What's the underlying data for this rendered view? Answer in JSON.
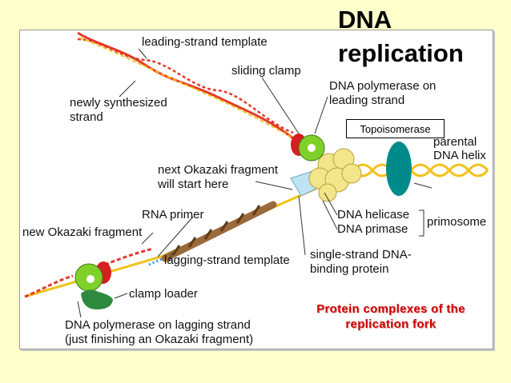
{
  "slide": {
    "title_line1": "DNA",
    "title_line2": "replication"
  },
  "labels": {
    "leading_strand_template": "leading-strand template",
    "sliding_clamp": "sliding clamp",
    "newly_synthesized_1": "newly synthesized",
    "newly_synthesized_2": "strand",
    "dna_pol_leading_1": "DNA polymerase on",
    "dna_pol_leading_2": "leading strand",
    "topoisomerase": "Topoisomerase",
    "parental_1": "parental",
    "parental_2": "DNA helix",
    "next_okazaki_1": "next Okazaki fragment",
    "next_okazaki_2": "will start here",
    "rna_primer": "RNA primer",
    "new_okazaki": "new Okazaki fragment",
    "dna_helicase": "DNA helicase",
    "dna_primase": "DNA primase",
    "primosome": "primosome",
    "ssb_1": "single-strand DNA-",
    "ssb_2": "binding protein",
    "lagging_template": "lagging-strand template",
    "clamp_loader": "clamp loader",
    "dna_pol_lagging_1": "DNA polymerase on lagging strand",
    "dna_pol_lagging_2": "(just finishing an Okazaki fragment)"
  },
  "caption": {
    "line1": "Protein complexes of the",
    "line2": "replication fork"
  },
  "colors": {
    "slide_background": "#ffffcc",
    "caption_red": "#cc0000",
    "strand_red": "#e23a2a",
    "strand_yellow": "#f2c21a",
    "polymerase_green": "#7fd12a",
    "clamp_red": "#d42020",
    "helicase_yellow": "#f3e58a",
    "okazaki_brown": "#9a6a3a",
    "topoisomerase_teal": "#008b8b",
    "ssb_blue": "#bfe3f2"
  }
}
